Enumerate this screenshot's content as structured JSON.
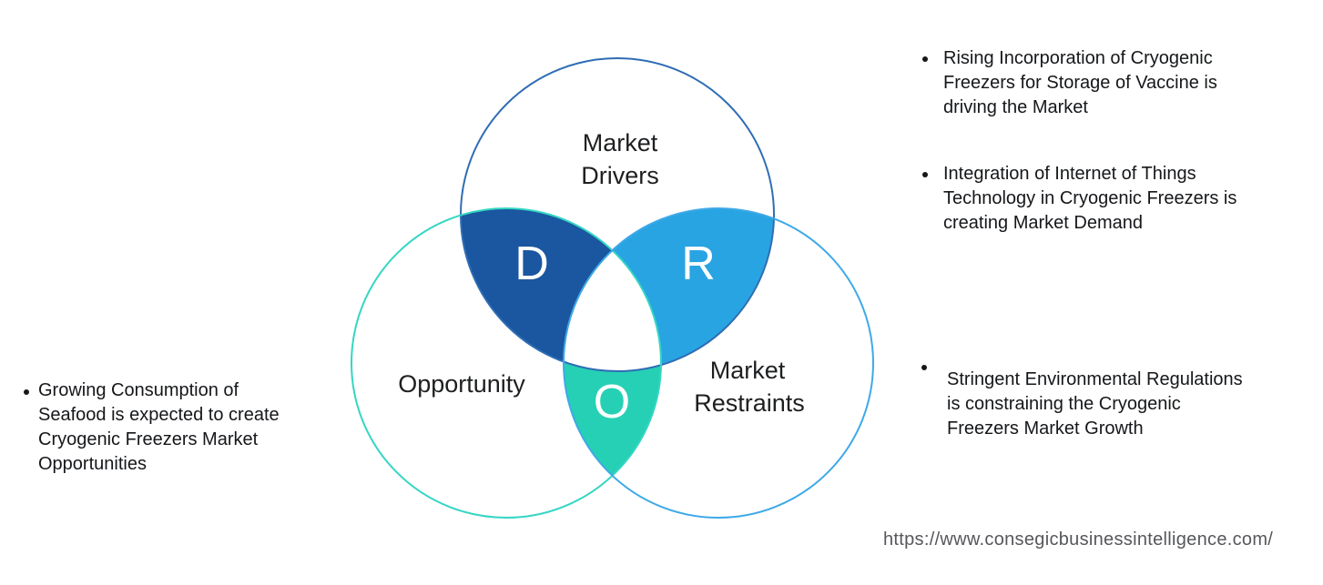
{
  "diagram": {
    "drivers": {
      "label_lines": [
        "Market",
        "Drivers"
      ],
      "letter": "D",
      "fill_color": "#1b56a0",
      "outline_color": "#2f6db4"
    },
    "restraints": {
      "label_lines": [
        "Market",
        "Restraints"
      ],
      "letter": "R",
      "fill_color": "#29a4e2",
      "outline_color": "#3ea9e8"
    },
    "opportunity": {
      "label": "Opportunity",
      "letter": "O",
      "fill_color": "#26d0b4",
      "outline_color": "#34d6c3"
    }
  },
  "annotations": {
    "opportunity_note": {
      "lines": [
        "Growing Consumption of",
        "Seafood is expected to create",
        "Cryogenic Freezers Market",
        "Opportunities"
      ]
    },
    "driver_notes": [
      {
        "lines": [
          "Rising Incorporation of Cryogenic",
          "Freezers for Storage of Vaccine is",
          "driving the Market"
        ]
      },
      {
        "lines": [
          "Integration of Internet of Things",
          "Technology in Cryogenic Freezers is",
          "creating Market Demand"
        ]
      }
    ],
    "restraint_note": {
      "lines": [
        "Stringent Environmental Regulations",
        "is constraining the Cryogenic",
        "Freezers Market Growth"
      ]
    }
  },
  "footer": {
    "url": "https://www.consegicbusinessintelligence.com/"
  }
}
